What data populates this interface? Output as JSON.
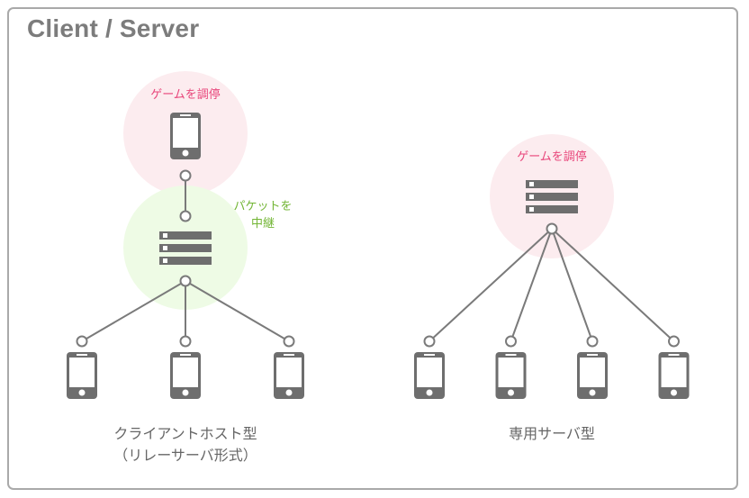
{
  "title": "Client / Server",
  "colors": {
    "frame": "#a9a9a9",
    "title": "#7c7c7c",
    "device": "#6e6e6e",
    "connector": "#7a7a7a",
    "arbitrate_bg": "#fcecef",
    "arbitrate_text": "#e8457a",
    "relay_bg": "#eefbe5",
    "relay_text": "#72b534",
    "caption": "#666666"
  },
  "left_diagram": {
    "name": "client-host",
    "host_label": "ゲームを調停",
    "relay_label_line1": "パケットを",
    "relay_label_line2": "中継",
    "host_device": "smartphone",
    "relay_device": "server",
    "client_count": 3,
    "caption_line1": "クライアントホスト型",
    "caption_line2": "（リレーサーバ形式）"
  },
  "right_diagram": {
    "name": "dedicated-server",
    "server_label": "ゲームを調停",
    "server_device": "server",
    "client_count": 4,
    "caption": "専用サーバ型"
  }
}
